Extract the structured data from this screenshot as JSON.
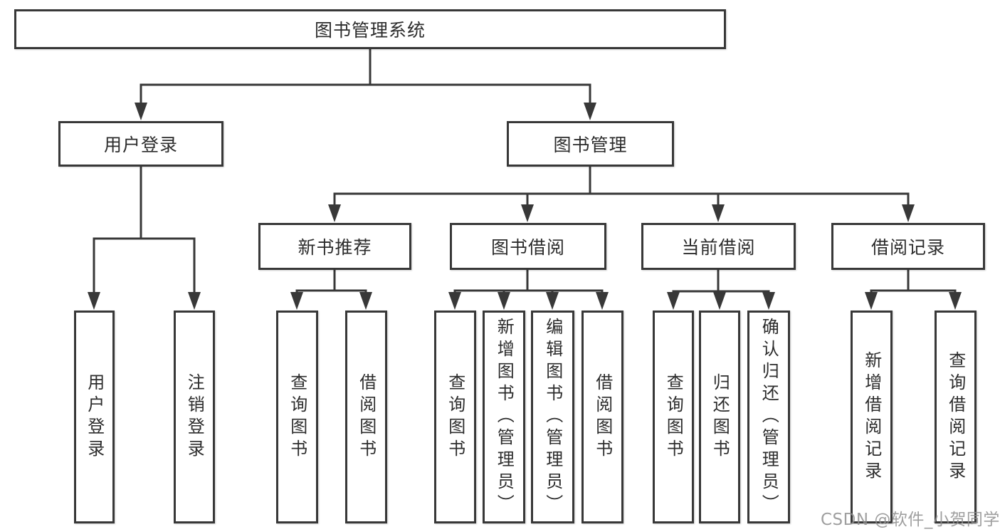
{
  "title": {
    "label": "图书管理系统"
  },
  "modules": [
    {
      "label": "用户登录",
      "children": [
        {
          "label": "用户登录"
        },
        {
          "label": "注销登录"
        }
      ]
    },
    {
      "label": "图书管理",
      "children": [
        {
          "label": "新书推荐",
          "children": [
            {
              "label": "查询图书"
            },
            {
              "label": "借阅图书"
            }
          ]
        },
        {
          "label": "图书借阅",
          "children": [
            {
              "label": "查询图书"
            },
            {
              "label": "新增图书（管理员）"
            },
            {
              "label": "编辑图书（管理员）"
            },
            {
              "label": "借阅图书"
            }
          ]
        },
        {
          "label": "当前借阅",
          "children": [
            {
              "label": "查询图书"
            },
            {
              "label": "归还图书"
            },
            {
              "label": "确认归还（管理员）"
            }
          ]
        },
        {
          "label": "借阅记录",
          "children": [
            {
              "label": "新增借阅记录"
            },
            {
              "label": "查询借阅记录"
            }
          ]
        }
      ]
    }
  ],
  "watermark": "CSDN @软件_小贺同学",
  "colors": {
    "line": "#383838",
    "text": "#2c2c2c",
    "watermark": "#8f8f8f",
    "background": "#ffffff"
  }
}
